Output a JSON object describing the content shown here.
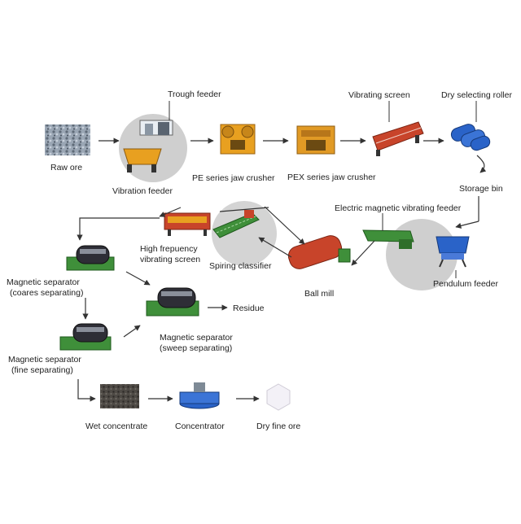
{
  "labels": {
    "trough_feeder": "Trough feeder",
    "raw_ore": "Raw ore",
    "vibration_feeder": "Vibration feeder",
    "pe_jaw_crusher": "PE series jaw crusher",
    "pex_jaw_crusher": "PEX series jaw crusher",
    "vibrating_screen": "Vibrating screen",
    "dry_selecting_roller": "Dry selecting roller",
    "storage_bin": "Storage bin",
    "electric_magnetic_vibrating_feeder": "Electric magnetic vibrating feeder",
    "high_frequency_screen_line1": "High frepuency",
    "high_frequency_screen_line2": "vibrating screen",
    "spiring_classifier": "Spiring classifier",
    "ball_mill": "Ball mill",
    "pendulum_feeder": "Pendulum feeder",
    "mag_sep_coarse_line1": "Magnetic separator",
    "mag_sep_coarse_line2": "(coares separating)",
    "mag_sep_sweep_line1": "Magnetic separator",
    "mag_sep_sweep_line2": "(sweep separating)",
    "residue": "Residue",
    "mag_sep_fine_line1": "Magnetic separator",
    "mag_sep_fine_line2": "(fine separating)",
    "wet_concentrate": "Wet concentrate",
    "concentrator": "Concentrator",
    "dry_fine_ore": "Dry fine ore"
  },
  "colors": {
    "circle_bg": "#cfcfcf",
    "arrow": "#333333",
    "machine_orange": "#e8a020",
    "machine_red": "#c8442a",
    "machine_blue": "#2a63c8",
    "machine_green": "#3f8f3a",
    "ore_gray": "#7c8794"
  }
}
